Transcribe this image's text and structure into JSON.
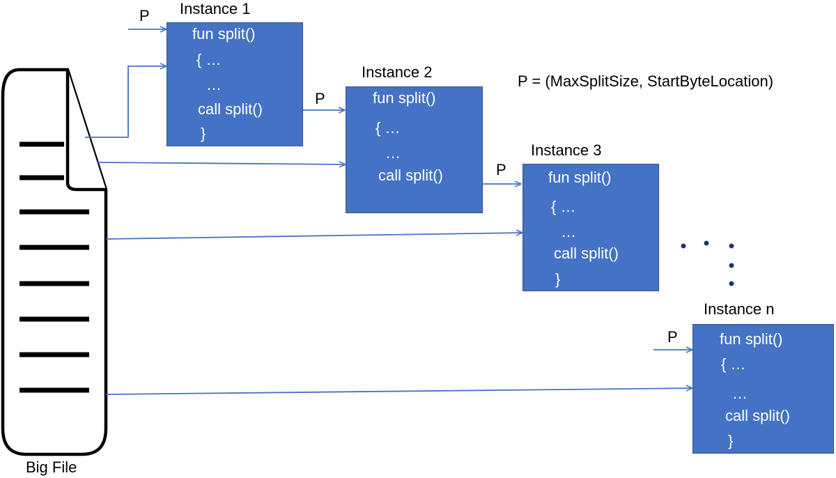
{
  "file_label": "Big File",
  "legend": "P = (MaxSplitSize, StartByteLocation)",
  "param": "P",
  "instances": [
    {
      "title": "Instance 1",
      "lines": [
        "fun split()",
        "{ …",
        "…",
        "call split()",
        "}"
      ]
    },
    {
      "title": "Instance 2",
      "lines": [
        "fun split()",
        "{ …",
        "…",
        "call split()"
      ]
    },
    {
      "title": "Instance 3",
      "lines": [
        "fun split()",
        "{ …",
        "…",
        "call split()",
        "}"
      ]
    },
    {
      "title": "Instance n",
      "lines": [
        "fun split()",
        "{ …",
        "…",
        "call split()",
        "}"
      ]
    }
  ],
  "colors": {
    "box_fill": "#4472C4",
    "box_border": "#2F528F",
    "arrow": "#4472C4",
    "dots": "#1F3864"
  }
}
